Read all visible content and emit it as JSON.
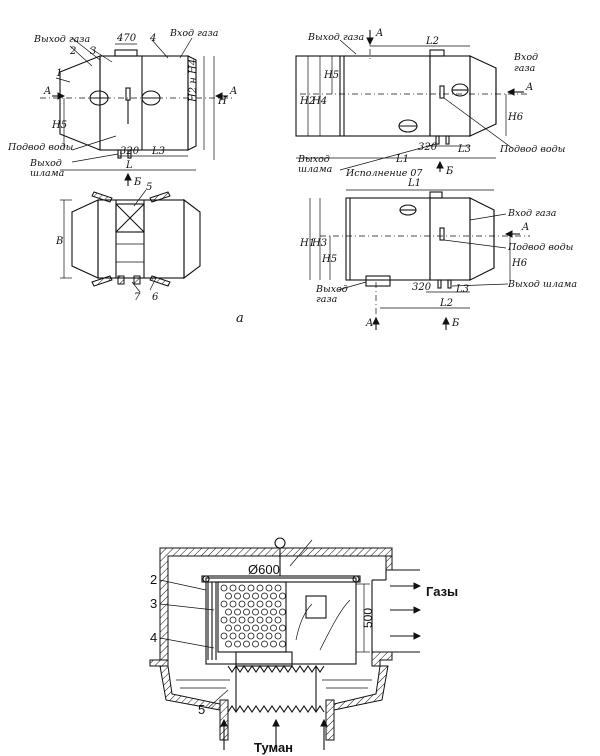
{
  "fig_a": {
    "label": "a",
    "left_top": {
      "gas_out": "Выход газа",
      "gas_in": "Вход газа",
      "dim_470": "470",
      "dim_L": "L",
      "dim_L3": "L3",
      "dim_320": "320",
      "dim_H": "H",
      "dim_H5": "H5",
      "dim_H2H4": "H2 н H4",
      "arrow_A_left": "A",
      "arrow_A_right": "A",
      "arrow_B": "Б",
      "water_in": "Подвод воды",
      "sludge_out_1": "Выход",
      "sludge_out_2": "шлама",
      "n1": "1",
      "n2": "2",
      "n3": "3",
      "n4": "4"
    },
    "left_bottom": {
      "dim_B": "B",
      "n5": "5",
      "n6": "6",
      "n7": "7"
    },
    "right_top": {
      "gas_out": "Выход газа",
      "gas_in_1": "Вход",
      "gas_in_2": "газа",
      "arrow_A_top": "A",
      "arrow_A_right": "A",
      "dim_L2": "L2",
      "dim_L1": "L1",
      "dim_L3": "L3",
      "dim_320": "320",
      "dim_H2": "H2",
      "dim_H4": "H4",
      "dim_H5": "H5",
      "dim_H6": "H6",
      "water_in": "Подвод воды",
      "sludge_out_1": "Выход",
      "sludge_out_2": "шлама",
      "version": "Исполнение 07",
      "arrow_B": "Б"
    },
    "right_bottom": {
      "dim_L1": "L1",
      "dim_H1": "H1",
      "dim_H3": "H3",
      "dim_H5": "H5",
      "dim_H6": "H6",
      "dim_320": "320",
      "dim_L3": "L3",
      "dim_L2": "L2",
      "gas_in": "Вход газа",
      "arrow_A": "A",
      "water_in": "Подвод воды",
      "sludge_out": "Выход шлама",
      "gas_out_1": "Выход",
      "gas_out_2": "газа",
      "arrow_A_bottom": "A",
      "arrow_B_bottom": "Б"
    }
  },
  "fig_b": {
    "dia": "Ø600",
    "dim_500": "500",
    "gases": "Газы",
    "fog": "Туман",
    "n2": "2",
    "n3": "3",
    "n4": "4",
    "n5": "5"
  }
}
